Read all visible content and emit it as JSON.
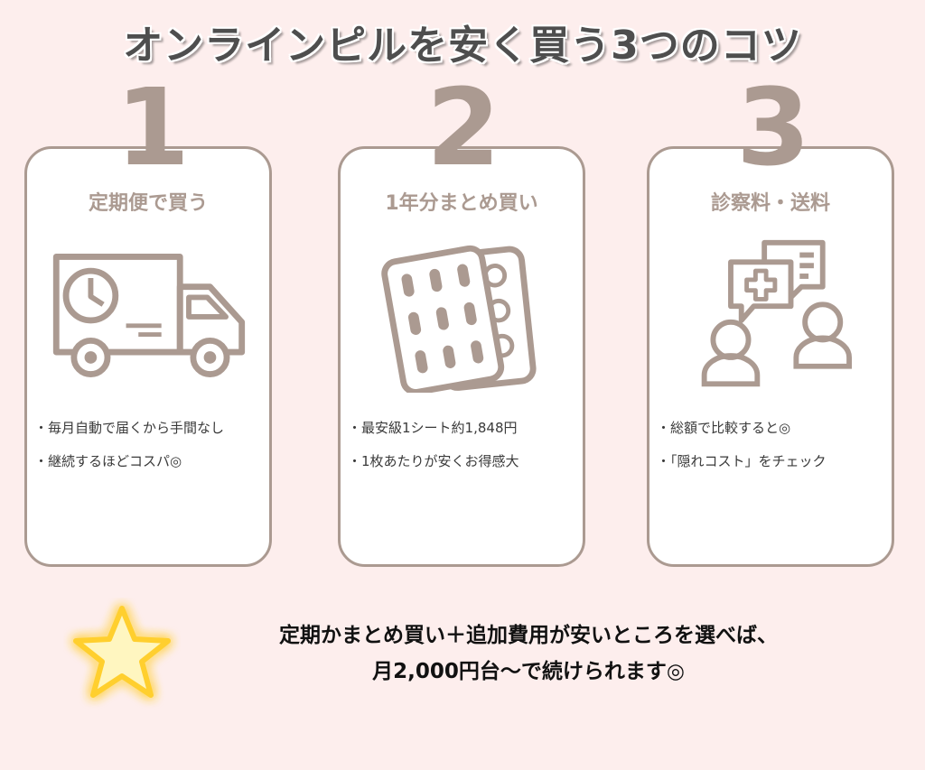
{
  "title": "オンラインピルを安く買う3つのコツ",
  "cards": [
    {
      "number": "1",
      "heading": "定期便で買う",
      "icon": "delivery-truck-icon",
      "bullets": [
        "毎月自動で届くから手間なし",
        "継続するほどコスパ◎"
      ]
    },
    {
      "number": "2",
      "heading": "1年分まとめ買い",
      "icon": "pill-pack-icon",
      "bullets": [
        "最安級1シート約1,848円",
        "1枚あたりが安くお得感大"
      ]
    },
    {
      "number": "3",
      "heading": "診察料・送料",
      "icon": "consultation-icon",
      "bullets": [
        "総額で比較すると◎",
        "「隠れコスト」をチェック"
      ]
    }
  ],
  "footer": {
    "line1": "定期かまとめ買い＋追加費用が安いところを選べば、",
    "line2": "月2,000円台〜で続けられます◎"
  },
  "colors": {
    "background": "#fdeeed",
    "accent": "#ab9a91",
    "star": "#ffe45c"
  }
}
